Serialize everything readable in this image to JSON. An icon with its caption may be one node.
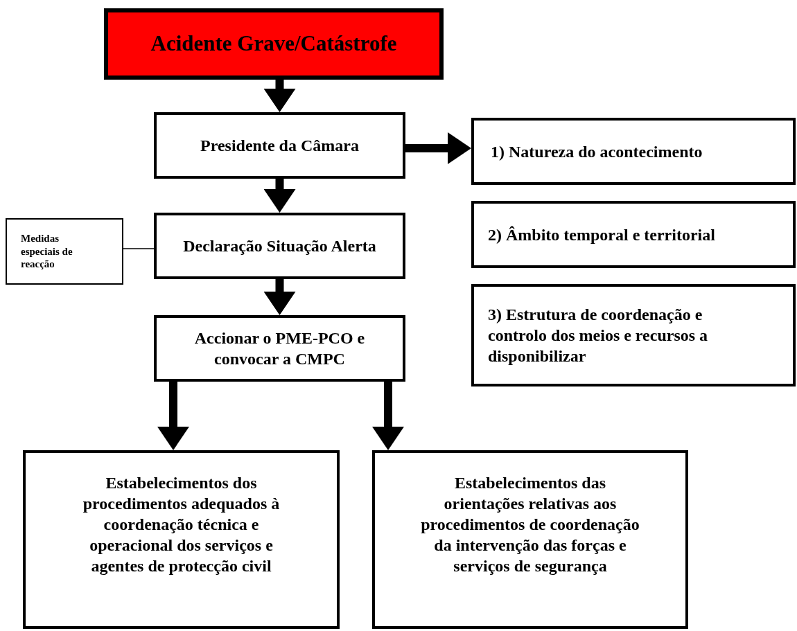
{
  "diagram": {
    "nodes": [
      {
        "text": [
          "Acidente Grave/Catástrofe"
        ]
      },
      {
        "text": [
          "Presidente da Câmara"
        ]
      },
      {
        "text": [
          "1) Natureza do acontecimento"
        ]
      },
      {
        "text": [
          "Declaração Situação Alerta"
        ]
      },
      {
        "text": [
          "Medidas especiais de reacção"
        ]
      },
      {
        "text": [
          "2) Âmbito temporal e territorial"
        ]
      },
      {
        "text": [
          "3) Estrutura de coordenação e controlo dos meios e recursos a disponibilizar"
        ]
      },
      {
        "text": [
          "Accionar o PME-PCO e convocar a CMPC"
        ]
      },
      {
        "text": [
          "Estabelecimentos dos procedimentos adequados à coordenação técnica e operacional dos serviços e agentes de protecção civil"
        ]
      },
      {
        "text": [
          "Estabelecimentos das orientações relativas aos procedimentos de coordenação da intervenção das forças e serviços de segurança"
        ]
      }
    ],
    "edges": [
      {
        "from": 0,
        "to": 1,
        "arrow": "to"
      },
      {
        "from": 1,
        "to": 2,
        "arrow": "to"
      },
      {
        "from": 1,
        "to": 3,
        "arrow": "to"
      },
      {
        "from": 4,
        "to": 3,
        "arrow": "none"
      },
      {
        "from": 3,
        "to": 7,
        "arrow": "to"
      },
      {
        "from": 7,
        "to": 8,
        "arrow": "to"
      },
      {
        "from": 7,
        "to": 9,
        "arrow": "to"
      }
    ]
  }
}
